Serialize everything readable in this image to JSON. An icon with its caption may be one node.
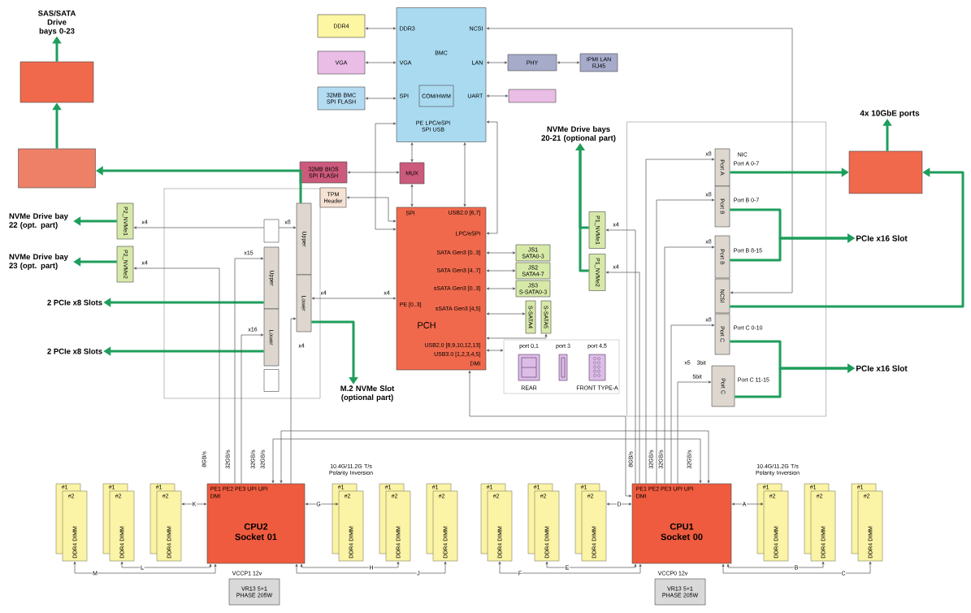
{
  "diagram": {
    "nodes": [
      {
        "text": [
          "SAS/SATA Drive bays 0-23"
        ]
      },
      {
        "text": [],
        "shape": "box"
      },
      {
        "text": [],
        "shape": "box"
      },
      {
        "text": [
          "NVMe Drive bay 22 (opt. part)"
        ]
      },
      {
        "text": [
          "NVMe Drive bay 23 (opt. part)"
        ]
      },
      {
        "text": [
          "2 PCIe x8 Slots"
        ]
      },
      {
        "text": [
          "2 PCIe x8 Slots"
        ]
      },
      {
        "text": [],
        "shape": "box"
      },
      {
        "text": [
          "P2_NVMe1"
        ]
      },
      {
        "text": [
          "P2_NVMe2"
        ]
      },
      {
        "text": [],
        "shape": "box",
        "in": 7
      },
      {
        "text": [
          "Upper"
        ],
        "in": 7
      },
      {
        "text": [
          "Lower"
        ],
        "in": 7
      },
      {
        "text": [
          "Upper"
        ],
        "in": 7
      },
      {
        "text": [
          "Lower"
        ],
        "in": 7
      },
      {
        "text": [],
        "shape": "box",
        "in": 7
      },
      {
        "text": [
          "M.2 NVMe Slot (optional part)"
        ]
      },
      {
        "text": [
          "BMC",
          "DDR3",
          "VGA",
          "SPI",
          "NCSI",
          "LAN",
          "UART",
          "PE LPC/eSPI SPI USB"
        ]
      },
      {
        "text": [
          "COM/HWM"
        ],
        "in": 17
      },
      {
        "text": [
          "DDR4"
        ]
      },
      {
        "text": [
          "VGA"
        ]
      },
      {
        "text": [
          "32MB BMC SPI FLASH"
        ]
      },
      {
        "text": [
          "PHY"
        ]
      },
      {
        "text": [
          "IPMI LAN RJ45"
        ]
      },
      {
        "text": [],
        "shape": "box"
      },
      {
        "text": [
          "32MB BIOS SPI FLASH"
        ]
      },
      {
        "text": [
          "MUX"
        ]
      },
      {
        "text": [
          "TPM Header"
        ]
      },
      {
        "text": [
          "SPI",
          "USB2.0 [6,7]",
          "LPC/eSPI",
          "SATA Gen3 [0..3]",
          "SATA Gen3 [4..7]",
          "sSATA Gen3 [0..3]",
          "sSATA Gen3 [4,5]",
          "PE [0..3]",
          "PCH",
          "USB2.0 [8,9,10,12,13]",
          "USB3.0 [1,2,3,4,5]",
          "DMI"
        ]
      },
      {
        "text": [
          "JS1 SATA0-3"
        ]
      },
      {
        "text": [
          "JS2 SATA4-7"
        ]
      },
      {
        "text": [
          "JS3 S-SATA0-3"
        ]
      },
      {
        "text": [
          "S-SATA4"
        ]
      },
      {
        "text": [
          "S-SATA5"
        ]
      },
      {
        "text": [],
        "shape": "box"
      },
      {
        "text": [
          "port 0,1",
          "REAR"
        ],
        "in": 34
      },
      {
        "text": [
          "port 3"
        ],
        "in": 34
      },
      {
        "text": [
          "port 4,5",
          "FRONT TYPE-A"
        ],
        "in": 34
      },
      {
        "text": [
          "NVMe Drive bays 20-21 (optional part)"
        ]
      },
      {
        "text": [
          "P1_NVMe1"
        ]
      },
      {
        "text": [
          "P1_NVMe2"
        ]
      },
      {
        "text": [],
        "shape": "box"
      },
      {
        "text": [
          "Port A"
        ],
        "in": 41,
        "beside": [
          "NIC",
          "Port A 0-7"
        ]
      },
      {
        "text": [
          "Port B"
        ],
        "in": 41,
        "beside": [
          "Port B 0-7"
        ]
      },
      {
        "text": [
          "Port B"
        ],
        "in": 41,
        "beside": [
          "Port B 8-15"
        ]
      },
      {
        "text": [
          "NCSI"
        ],
        "in": 41
      },
      {
        "text": [
          "Port C"
        ],
        "in": 41,
        "beside": [
          "Port C 0-10"
        ]
      },
      {
        "text": [
          "Port C"
        ],
        "in": 41,
        "beside": [
          "Port C 11-15"
        ]
      },
      {
        "text": [],
        "shape": "box"
      },
      {
        "text": [
          "4x 10GbE ports"
        ]
      },
      {
        "text": [
          "PCIe x16 Slot"
        ]
      },
      {
        "text": [
          "PCIe x16 Slot"
        ]
      },
      {
        "text": [
          "PE1 PE2 PE3 UPI UPI",
          "DMI",
          "CPU2 Socket 01"
        ]
      },
      {
        "text": [
          "PE1 PE2 PE3 UPI UPI",
          "DMI",
          "CPU1 Socket 00"
        ]
      },
      {
        "text": [
          "#1",
          "#2",
          "DDR4 DIMM"
        ]
      },
      {
        "text": [
          "#1",
          "#2",
          "DDR4 DIMM"
        ]
      },
      {
        "text": [
          "#1",
          "#2",
          "DDR4 DIMM"
        ]
      },
      {
        "text": [
          "#1",
          "#2",
          "DDR4 DIMM"
        ]
      },
      {
        "text": [
          "#1",
          "#2",
          "DDR4 DIMM"
        ]
      },
      {
        "text": [
          "#1",
          "#2",
          "DDR4 DIMM"
        ]
      },
      {
        "text": [
          "#1",
          "#2",
          "DDR4 DIMM"
        ]
      },
      {
        "text": [
          "#1",
          "#2",
          "DDR4 DIMM"
        ]
      },
      {
        "text": [
          "#1",
          "#2",
          "DDR4 DIMM"
        ]
      },
      {
        "text": [
          "#1",
          "#2",
          "DDR4 DIMM"
        ]
      },
      {
        "text": [
          "#1",
          "#2",
          "DDR4 DIMM"
        ]
      },
      {
        "text": [
          "#1",
          "#2",
          "DDR4 DIMM"
        ]
      },
      {
        "text": [
          "VR13 5+1 PHASE 205W"
        ],
        "beside": [
          "VCCP1 12v"
        ]
      },
      {
        "text": [
          "VR13 5+1 PHASE 205W"
        ],
        "beside": [
          "VCCP0 12v"
        ]
      }
    ],
    "edges": [
      {
        "from": 2,
        "to": 1,
        "arrow": "to",
        "style": "thick",
        "color": "#1e9e5c"
      },
      {
        "from": 1,
        "to": 0,
        "arrow": "to",
        "style": "thick",
        "color": "#1e9e5c"
      },
      {
        "from": 11,
        "to": 2,
        "arrow": "to",
        "style": "thick",
        "color": "#1e9e5c"
      },
      {
        "from": 8,
        "to": 3,
        "arrow": "to",
        "style": "thick",
        "color": "#1e9e5c"
      },
      {
        "from": 9,
        "to": 4,
        "arrow": "to",
        "style": "thick",
        "color": "#1e9e5c"
      },
      {
        "from": 13,
        "to": 5,
        "arrow": "to",
        "style": "thick",
        "color": "#1e9e5c"
      },
      {
        "from": 14,
        "to": 6,
        "arrow": "to",
        "style": "thick",
        "color": "#1e9e5c"
      },
      {
        "from": 12,
        "to": 16,
        "arrow": "to",
        "style": "thick",
        "color": "#1e9e5c"
      },
      {
        "from": 10,
        "to": 8,
        "arrow": "to",
        "label": "x4"
      },
      {
        "from": 10,
        "to": 11,
        "arrow": "to",
        "label": "x8"
      },
      {
        "from": 52,
        "to": 9,
        "arrow": "to",
        "label": "x4"
      },
      {
        "from": 52,
        "to": 13,
        "arrow": "to",
        "label": "x15"
      },
      {
        "from": 52,
        "to": 14,
        "arrow": "to",
        "label": "x16"
      },
      {
        "from": 52,
        "to": 12,
        "arrow": "to",
        "label": "x4"
      },
      {
        "from": 12,
        "to": 28,
        "arrow": "both",
        "label": "x4"
      },
      {
        "from": 19,
        "to": 17,
        "arrow": "both"
      },
      {
        "from": 20,
        "to": 17,
        "arrow": "both"
      },
      {
        "from": 21,
        "to": 17,
        "arrow": "both"
      },
      {
        "from": 17,
        "to": 22,
        "arrow": "both"
      },
      {
        "from": 22,
        "to": 23,
        "arrow": "both"
      },
      {
        "from": 17,
        "to": 24,
        "arrow": "both"
      },
      {
        "from": 17,
        "to": 26,
        "arrow": "both"
      },
      {
        "from": 25,
        "to": 26,
        "arrow": "both"
      },
      {
        "from": 26,
        "to": 28,
        "arrow": "both"
      },
      {
        "from": 27,
        "to": 28,
        "arrow": "both"
      },
      {
        "from": 17,
        "to": 28,
        "arrow": "both"
      },
      {
        "from": 28,
        "to": 17,
        "arrow": "both"
      },
      {
        "from": 17,
        "to": 28,
        "arrow": "both"
      },
      {
        "from": 28,
        "to": 29,
        "arrow": "both"
      },
      {
        "from": 28,
        "to": 30,
        "arrow": "both"
      },
      {
        "from": 28,
        "to": 31,
        "arrow": "both"
      },
      {
        "from": 28,
        "to": 32,
        "arrow": "both"
      },
      {
        "from": 28,
        "to": 33,
        "arrow": "both"
      },
      {
        "from": 28,
        "to": 34,
        "arrow": "both"
      },
      {
        "from": 39,
        "to": 38,
        "arrow": "to",
        "style": "thick",
        "color": "#1e9e5c"
      },
      {
        "from": 40,
        "to": 38,
        "arrow": "to",
        "style": "thick",
        "color": "#1e9e5c"
      },
      {
        "from": 53,
        "to": 39,
        "arrow": "to",
        "label": "x4"
      },
      {
        "from": 53,
        "to": 40,
        "arrow": "to",
        "label": "x4"
      },
      {
        "from": 53,
        "to": 42,
        "arrow": "to",
        "label": "x8"
      },
      {
        "from": 53,
        "to": 43,
        "arrow": "to",
        "label": "x8"
      },
      {
        "from": 53,
        "to": 44,
        "arrow": "to",
        "label": "x8"
      },
      {
        "from": 53,
        "to": 46,
        "arrow": "to",
        "label": "x8"
      },
      {
        "from": 53,
        "to": 47,
        "arrow": "to",
        "label": "5bit"
      },
      {
        "from": 17,
        "to": 45,
        "arrow": "both"
      },
      {
        "from": 42,
        "to": 48,
        "arrow": "to",
        "style": "thick",
        "color": "#1e9e5c"
      },
      {
        "from": 43,
        "to": 50,
        "arrow": "to",
        "style": "thick",
        "color": "#1e9e5c"
      },
      {
        "from": 44,
        "to": 50,
        "arrow": "to",
        "style": "thick",
        "color": "#1e9e5c"
      },
      {
        "from": 46,
        "to": 51,
        "arrow": "to",
        "style": "thick",
        "color": "#1e9e5c"
      },
      {
        "from": 47,
        "to": 51,
        "arrow": "to",
        "style": "thick",
        "color": "#1e9e5c"
      },
      {
        "from": 45,
        "to": 48,
        "arrow": "to",
        "style": "thick",
        "color": "#1e9e5c"
      },
      {
        "from": 48,
        "to": 49,
        "arrow": "to",
        "style": "thick",
        "color": "#1e9e5c"
      },
      {
        "from": 28,
        "to": 53,
        "arrow": "both"
      },
      {
        "from": 52,
        "to": 53,
        "arrow": "both"
      },
      {
        "from": 52,
        "to": 53,
        "arrow": "both"
      },
      {
        "from": 54,
        "to": 52,
        "arrow": "both",
        "label": "M"
      },
      {
        "from": 55,
        "to": 52,
        "arrow": "both",
        "label": "L"
      },
      {
        "from": 56,
        "to": 52,
        "arrow": "both",
        "label": "K"
      },
      {
        "from": 57,
        "to": 52,
        "arrow": "both",
        "label": "G"
      },
      {
        "from": 58,
        "to": 52,
        "arrow": "both",
        "label": "H"
      },
      {
        "from": 59,
        "to": 52,
        "arrow": "both",
        "label": "J"
      },
      {
        "from": 60,
        "to": 53,
        "arrow": "both",
        "label": "F"
      },
      {
        "from": 61,
        "to": 53,
        "arrow": "both",
        "label": "E"
      },
      {
        "from": 62,
        "to": 53,
        "arrow": "both",
        "label": "D"
      },
      {
        "from": 63,
        "to": 53,
        "arrow": "both",
        "label": "A"
      },
      {
        "from": 64,
        "to": 53,
        "arrow": "both",
        "label": "B"
      },
      {
        "from": 65,
        "to": 53,
        "arrow": "both",
        "label": "C"
      }
    ],
    "labels": [
      "x4",
      "x5",
      "3bit",
      "8GB/s",
      "32GB/s",
      "32GB/s",
      "32GB/s",
      "10.4G/11.2G T/s Polarity Inversion",
      "8GB/s",
      "32GB/s",
      "32GB/s",
      "32GB/s",
      "10.4G/11.2G T/s Polarity Inversion"
    ]
  }
}
